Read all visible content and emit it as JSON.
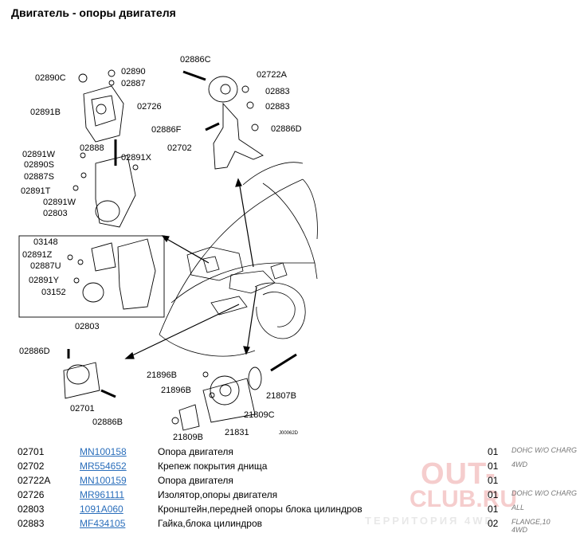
{
  "page": {
    "title": "Двигатель - опоры двигателя"
  },
  "diagram": {
    "labels": {
      "l02890C": "02890C",
      "l02890": "02890",
      "l02887": "02887",
      "l02726": "02726",
      "l02891B": "02891B",
      "l02888": "02888",
      "l02891W_a": "02891W",
      "l02890S": "02890S",
      "l02891X": "02891X",
      "l02887S": "02887S",
      "l02891T": "02891T",
      "l02891W_b": "02891W",
      "l02803_a": "02803",
      "l02886C": "02886C",
      "l02722A": "02722A",
      "l02883_a": "02883",
      "l02883_b": "02883",
      "l02886F": "02886F",
      "l02886D_a": "02886D",
      "l02702": "02702",
      "l03148": "03148",
      "l02891Z": "02891Z",
      "l02887U": "02887U",
      "l02891Y": "02891Y",
      "l03152": "03152",
      "l02803_b": "02803",
      "l02886D_b": "02886D",
      "l02701": "02701",
      "l02886B": "02886B",
      "l21896B_a": "21896B",
      "l21896B_b": "21896B",
      "l21807B": "21807B",
      "l21809C": "21809C",
      "l21809B": "21809B",
      "l21831": "21831",
      "ref": "J00062D"
    }
  },
  "parts": [
    {
      "code": "02701",
      "number": "MN100158",
      "name": "Опора двигателя",
      "qty": "01",
      "note": "DOHC W/O CHARG"
    },
    {
      "code": "02702",
      "number": "MR554652",
      "name": "Крепеж покрытия днища",
      "qty": "01",
      "note": "4WD"
    },
    {
      "code": "02722A",
      "number": "MN100159",
      "name": "Опора двигателя",
      "qty": "01",
      "note": ""
    },
    {
      "code": "02726",
      "number": "MR961111",
      "name": "Изолятор,опоры двигателя",
      "qty": "01",
      "note": "DOHC W/O CHARG"
    },
    {
      "code": "02803",
      "number": "1091A060",
      "name": "Кронштейн,передней опоры блока цилиндров",
      "qty": "01",
      "note": "ALL"
    },
    {
      "code": "02883",
      "number": "MF434105",
      "name": "Гайка,блока цилиндров",
      "qty": "02",
      "note": "FLANGE,10\n4WD"
    }
  ],
  "watermark": {
    "line1": "OUT-",
    "line2": "CLUB.RU",
    "line3": "ТЕРРИТОРИЯ 4WD"
  }
}
